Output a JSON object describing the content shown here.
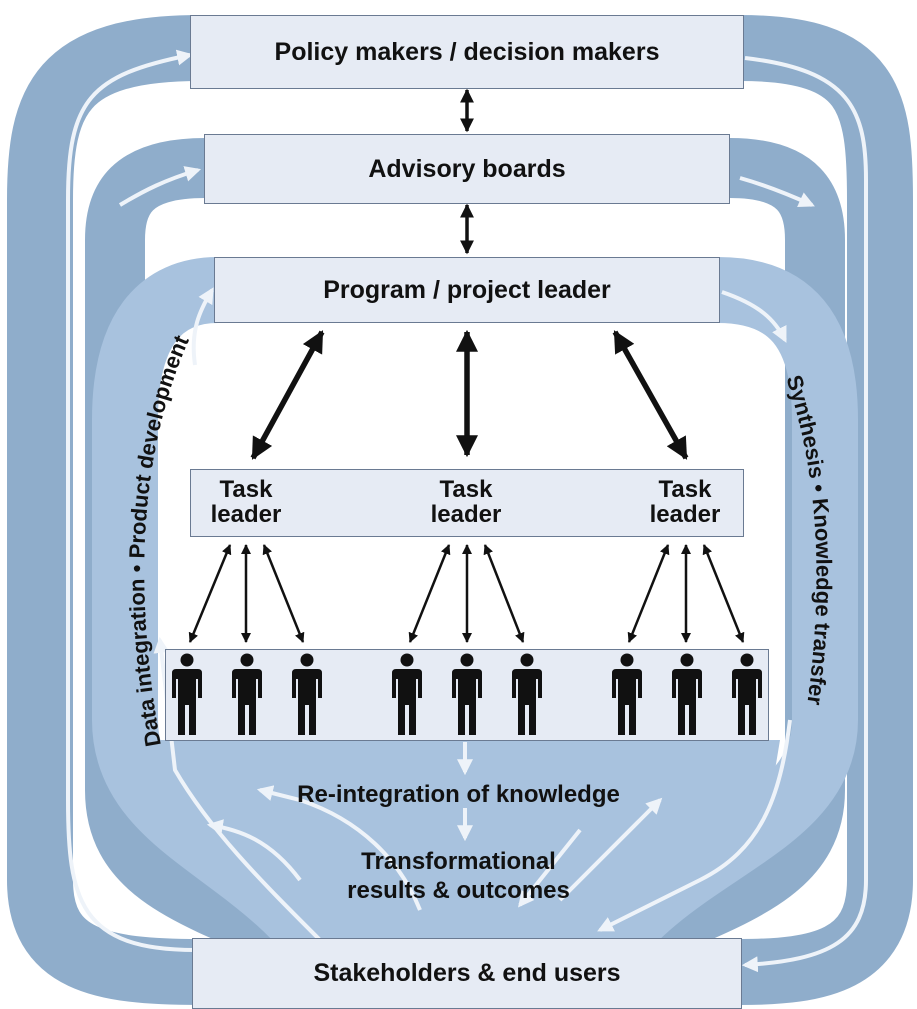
{
  "boxes": {
    "policy": "Policy makers / decision makers",
    "advisory": "Advisory boards",
    "program": "Program / project leader",
    "stakeholders": "Stakeholders & end users"
  },
  "task_leaders": [
    {
      "line1": "Task",
      "line2": "leader"
    },
    {
      "line1": "Task",
      "line2": "leader"
    },
    {
      "line1": "Task",
      "line2": "leader"
    }
  ],
  "flow_labels": {
    "left": "Data integration • Product development",
    "right": "Synthesis • Knowledge transfer",
    "reintegration": "Re-integration of knowledge",
    "transformational_line1": "Transformational",
    "transformational_line2": "results & outcomes"
  },
  "colors": {
    "outer_band": "#8fadcb",
    "inner_band": "#a8c2de",
    "flow_arrow": "#eef3f9",
    "box_fill": "#e6ebf4",
    "box_border": "#6a7a92",
    "person": "#111111"
  },
  "icons": {
    "person": "person-icon"
  },
  "team_member_count": 9
}
